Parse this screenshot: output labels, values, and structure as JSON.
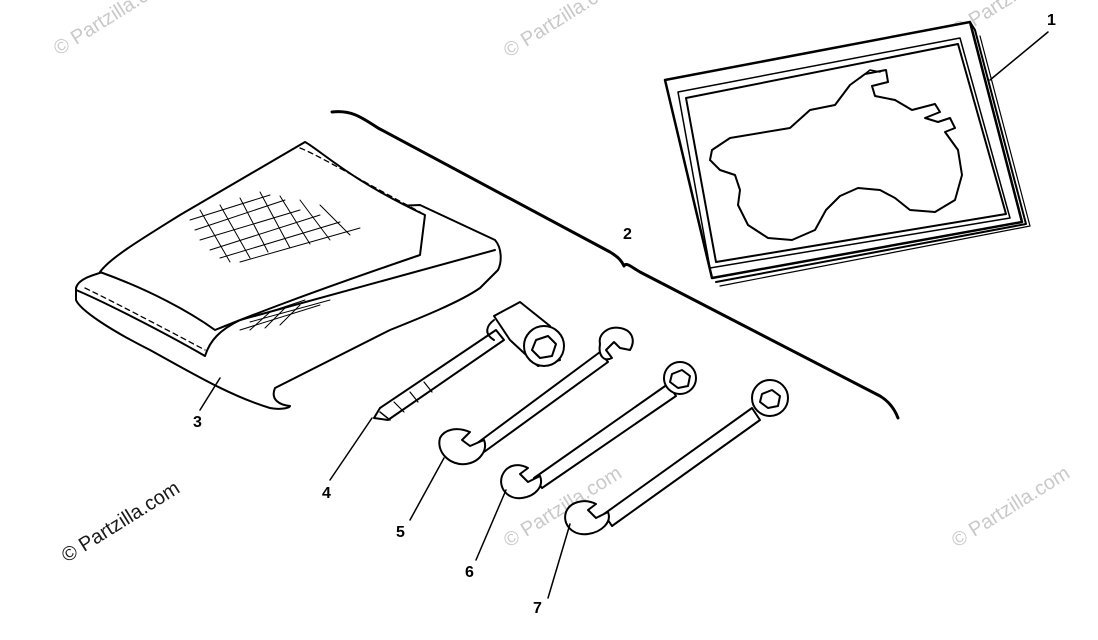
{
  "watermarks": {
    "text_light": "© Partzilla.com",
    "text_dark": "© Partzilla.com"
  },
  "callouts": [
    {
      "label": "1"
    },
    {
      "label": "2"
    },
    {
      "label": "3"
    },
    {
      "label": "4"
    },
    {
      "label": "5"
    },
    {
      "label": "6"
    },
    {
      "label": "7"
    }
  ],
  "colors": {
    "line": "#000000",
    "watermark_light": "#c9c9c9",
    "watermark_dark": "#1a1a1a",
    "background": "#ffffff"
  }
}
